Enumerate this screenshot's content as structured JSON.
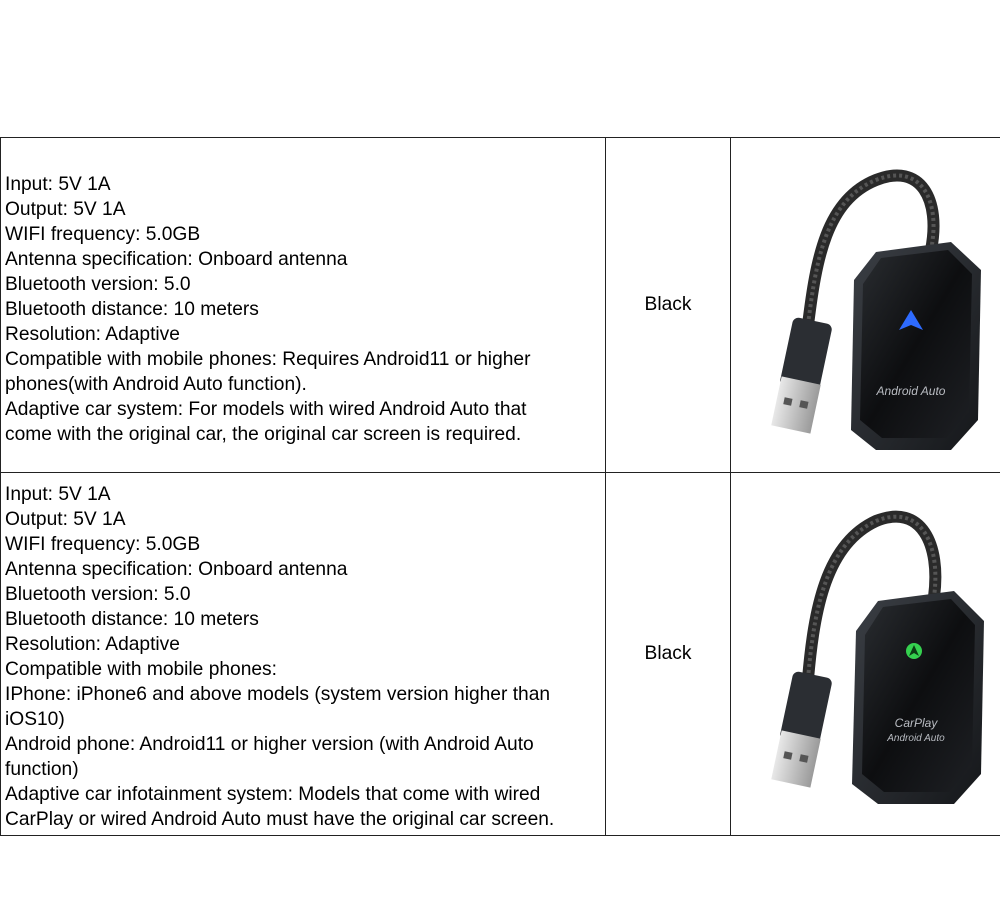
{
  "products": [
    {
      "spec_lines": [
        "Input: 5V 1A",
        "Output: 5V 1A",
        "WIFI frequency: 5.0GB",
        "Antenna specification: Onboard antenna",
        "Bluetooth version: 5.0",
        "Bluetooth distance: 10 meters",
        "Resolution: Adaptive",
        "Compatible with mobile phones: Requires Android11 or higher",
        "phones(with Android Auto function).",
        "Adaptive car system: For models with wired Android Auto that",
        "come with the original car, the original car screen is required."
      ],
      "color": "Black",
      "device_label": "Android Auto",
      "device_label_2": "",
      "icon": "android-auto-arrow-icon",
      "icon_color": "#2e6bff"
    },
    {
      "spec_lines": [
        "Input: 5V 1A",
        "Output: 5V 1A",
        "WIFI frequency: 5.0GB",
        "Antenna specification: Onboard antenna",
        "Bluetooth version: 5.0",
        "Bluetooth distance: 10 meters",
        "Resolution: Adaptive",
        "Compatible with mobile phones:",
        "IPhone: iPhone6 and above models (system version higher than",
        "iOS10)",
        "Android phone: Android11 or higher version (with Android Auto",
        "function)",
        "Adaptive car infotainment system: Models that come with wired",
        "CarPlay or wired Android Auto must have the original car screen."
      ],
      "color": "Black",
      "device_label": "CarPlay",
      "device_label_2": "Android Auto",
      "icon": "carplay-arrow-icon",
      "icon_color": "#35d14f"
    }
  ]
}
